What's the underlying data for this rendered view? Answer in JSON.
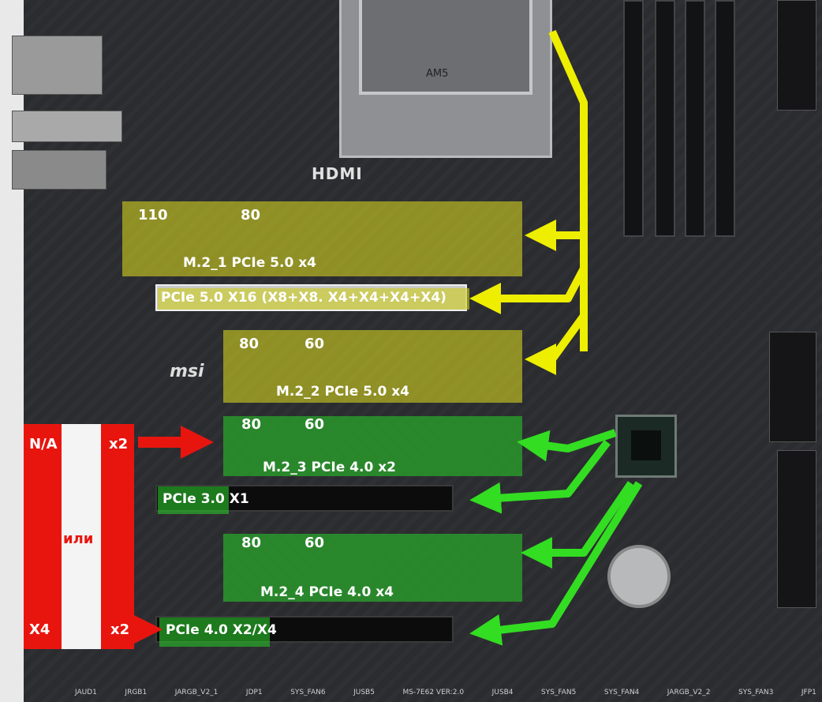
{
  "board": {
    "socket_label": "AM5",
    "hdmi_label": "HDMI",
    "brand_label": "msi",
    "bottom_headers": [
      "JAUD1",
      "JRGB1",
      "JARGB_V2_1",
      "JDP1",
      "SYS_FAN6",
      "JUSB5",
      "MS-7E62 VER:2.0",
      "JUSB4",
      "SYS_FAN5",
      "SYS_FAN4",
      "JARGB_V2_2",
      "SYS_FAN3",
      "JFP1"
    ]
  },
  "m2_1": {
    "len_a": "110",
    "len_b": "80",
    "label": "M.2_1  PCIe 5.0 x4"
  },
  "pcie_x16": {
    "label": "PCIe 5.0 X16 (X8+X8. X4+X4+X4+X4)"
  },
  "m2_2": {
    "len_a": "80",
    "len_b": "60",
    "label": "M.2_2  PCIe 5.0 x4"
  },
  "m2_3": {
    "len_a": "80",
    "len_b": "60",
    "label": "M.2_3  PCIe 4.0 x2"
  },
  "pcie_x1": {
    "label": "PCIe 3.0 X1"
  },
  "m2_4": {
    "len_a": "80",
    "len_b": "60",
    "label": "M.2_4  PCIe 4.0 x4"
  },
  "pcie_x4": {
    "label": "PCIe 4.0 X2/X4"
  },
  "lane_split": {
    "top_left": "N/A",
    "top_right": "x2",
    "middle": "или",
    "bottom_left": "X4",
    "bottom_right": "x2"
  },
  "colors": {
    "cpu_lanes": "#e8e800",
    "chipset_lanes": "#33dd22",
    "shared": "#e8150f"
  }
}
